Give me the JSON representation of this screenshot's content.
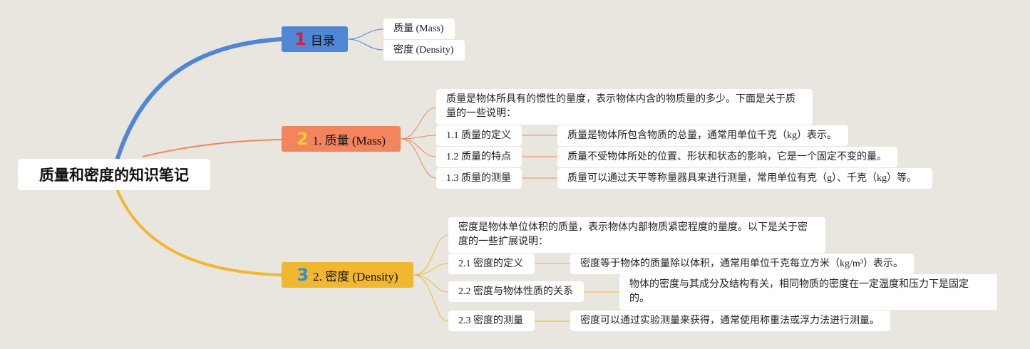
{
  "root": {
    "title": "质量和密度的知识笔记"
  },
  "colors": {
    "branch1": "#4f86d6",
    "branch2": "#f2855e",
    "branch3": "#f2b731",
    "num1": "#d8203a",
    "num2": "#f6c93a",
    "num3": "#2e8ed6"
  },
  "branches": [
    {
      "number": "1",
      "label": "目录",
      "items": [
        "质量 (Mass)",
        "密度 (Density)"
      ]
    },
    {
      "number": "2",
      "label": "1. 质量 (Mass)",
      "intro": "质量是物体所具有的惯性的量度，表示物体内含的物质量的多少。下面是关于质量的一些说明：",
      "items": [
        {
          "label": "1.1 质量的定义",
          "detail": "质量是物体所包含物质的总量，通常用单位千克（kg）表示。"
        },
        {
          "label": "1.2 质量的特点",
          "detail": "质量不受物体所处的位置、形状和状态的影响，它是一个固定不变的量。"
        },
        {
          "label": "1.3 质量的测量",
          "detail": "质量可以通过天平等称量器具来进行测量，常用单位有克（g）、千克（kg）等。"
        }
      ]
    },
    {
      "number": "3",
      "label": "2. 密度 (Density)",
      "intro": "密度是物体单位体积的质量，表示物体内部物质紧密程度的量度。以下是关于密度的一些扩展说明：",
      "items": [
        {
          "label": "2.1 密度的定义",
          "detail": "密度等于物体的质量除以体积，通常用单位千克每立方米（kg/m³）表示。"
        },
        {
          "label": "2.2 密度与物体性质的关系",
          "detail": "物体的密度与其成分及结构有关，相同物质的密度在一定温度和压力下是固定的。"
        },
        {
          "label": "2.3 密度的测量",
          "detail": "密度可以通过实验测量来获得，通常使用称重法或浮力法进行测量。"
        }
      ]
    }
  ]
}
